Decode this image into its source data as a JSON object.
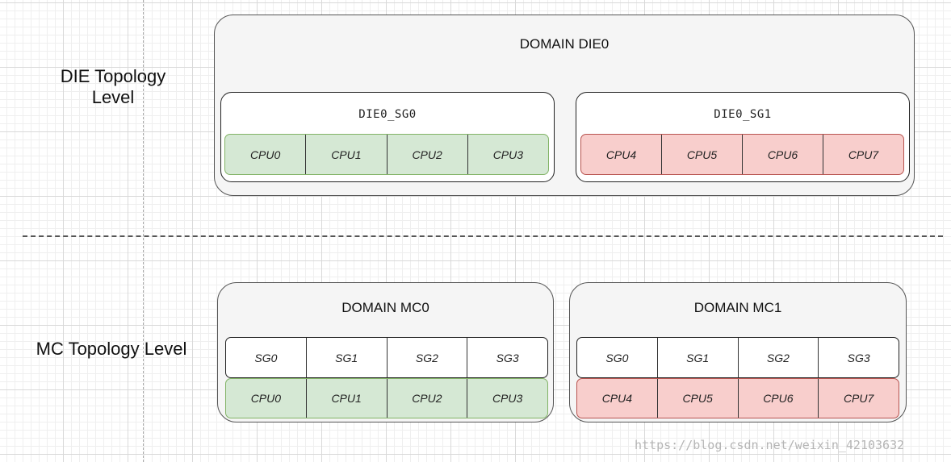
{
  "levels": {
    "die": {
      "label_line1": "DIE Topology",
      "label_line2": "Level"
    },
    "mc": {
      "label": "MC Topology Level"
    }
  },
  "die_domain": {
    "title": "DOMAIN DIE0",
    "groups": [
      {
        "title": "DIE0_SG0",
        "color": "#d5e8d4",
        "cpus": [
          "CPU0",
          "CPU1",
          "CPU2",
          "CPU3"
        ]
      },
      {
        "title": "DIE0_SG1",
        "color": "#f8cecc",
        "cpus": [
          "CPU4",
          "CPU5",
          "CPU6",
          "CPU7"
        ]
      }
    ]
  },
  "mc_domains": [
    {
      "title": "DOMAIN MC0",
      "sgs": [
        "SG0",
        "SG1",
        "SG2",
        "SG3"
      ],
      "cpus": [
        "CPU0",
        "CPU1",
        "CPU2",
        "CPU3"
      ],
      "color": "#d5e8d4"
    },
    {
      "title": "DOMAIN MC1",
      "sgs": [
        "SG0",
        "SG1",
        "SG2",
        "SG3"
      ],
      "cpus": [
        "CPU4",
        "CPU5",
        "CPU6",
        "CPU7"
      ],
      "color": "#f8cecc"
    }
  ],
  "watermark": "https://blog.csdn.net/weixin_42103632"
}
